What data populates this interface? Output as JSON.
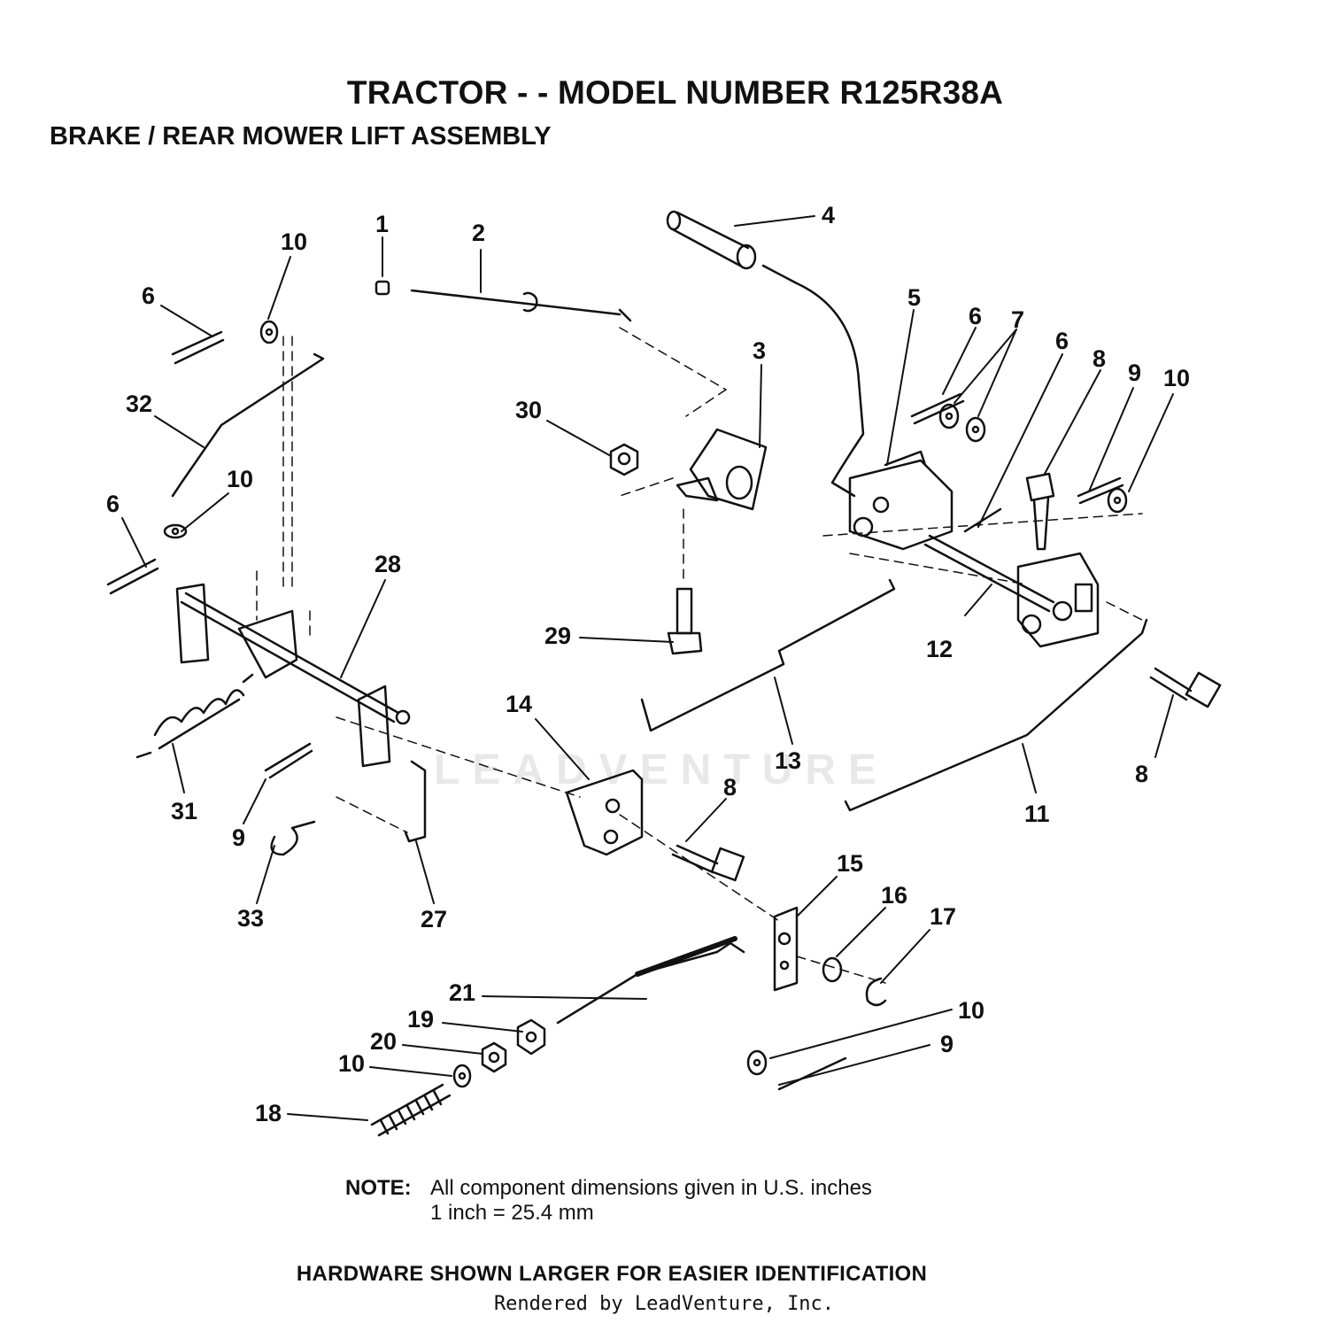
{
  "header": {
    "title": "TRACTOR - - MODEL NUMBER R125R38A",
    "subtitle": "BRAKE / REAR MOWER LIFT ASSEMBLY"
  },
  "watermark": "LEADVENTURE",
  "callouts": {
    "c1": "1",
    "c2": "2",
    "c3": "3",
    "c4": "4",
    "c5": "5",
    "c6a": "6",
    "c6b": "6",
    "c6c": "6",
    "c6d": "6",
    "c7": "7",
    "c8a": "8",
    "c8b": "8",
    "c8c": "8",
    "c9a": "9",
    "c9b": "9",
    "c9c": "9",
    "c10a": "10",
    "c10b": "10",
    "c10c": "10",
    "c10d": "10",
    "c10e": "10",
    "c11": "11",
    "c12": "12",
    "c13": "13",
    "c14": "14",
    "c15": "15",
    "c16": "16",
    "c17": "17",
    "c18": "18",
    "c19": "19",
    "c20": "20",
    "c21": "21",
    "c27": "27",
    "c28": "28",
    "c29": "29",
    "c30": "30",
    "c31": "31",
    "c32": "32",
    "c33": "33"
  },
  "note": {
    "label": "NOTE:",
    "line1": "All component dimensions given in U.S. inches",
    "line2": "1 inch = 25.4 mm"
  },
  "footer": {
    "hardware": "HARDWARE SHOWN LARGER FOR EASIER IDENTIFICATION",
    "rendered": "Rendered by LeadVenture, Inc."
  }
}
